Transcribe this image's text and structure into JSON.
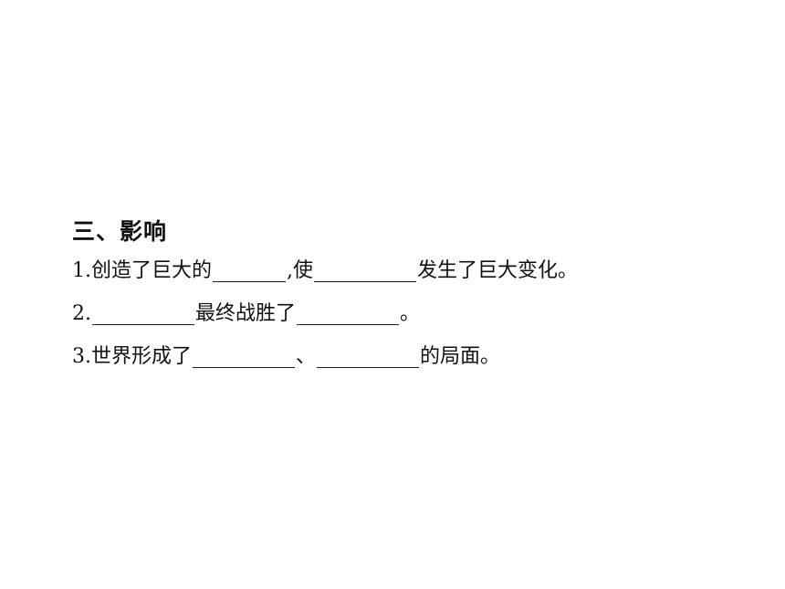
{
  "section": {
    "heading": "三、影响",
    "items": [
      {
        "number": "1.",
        "seg1": "创造了巨大的",
        "seg2": ",使",
        "seg3": "发生了巨大变化。"
      },
      {
        "number": "2.",
        "seg1": "最终战胜了",
        "seg2": "。"
      },
      {
        "number": "3.",
        "seg1": "世界形成了",
        "seg2": "、",
        "seg3": "的局面。"
      }
    ]
  }
}
